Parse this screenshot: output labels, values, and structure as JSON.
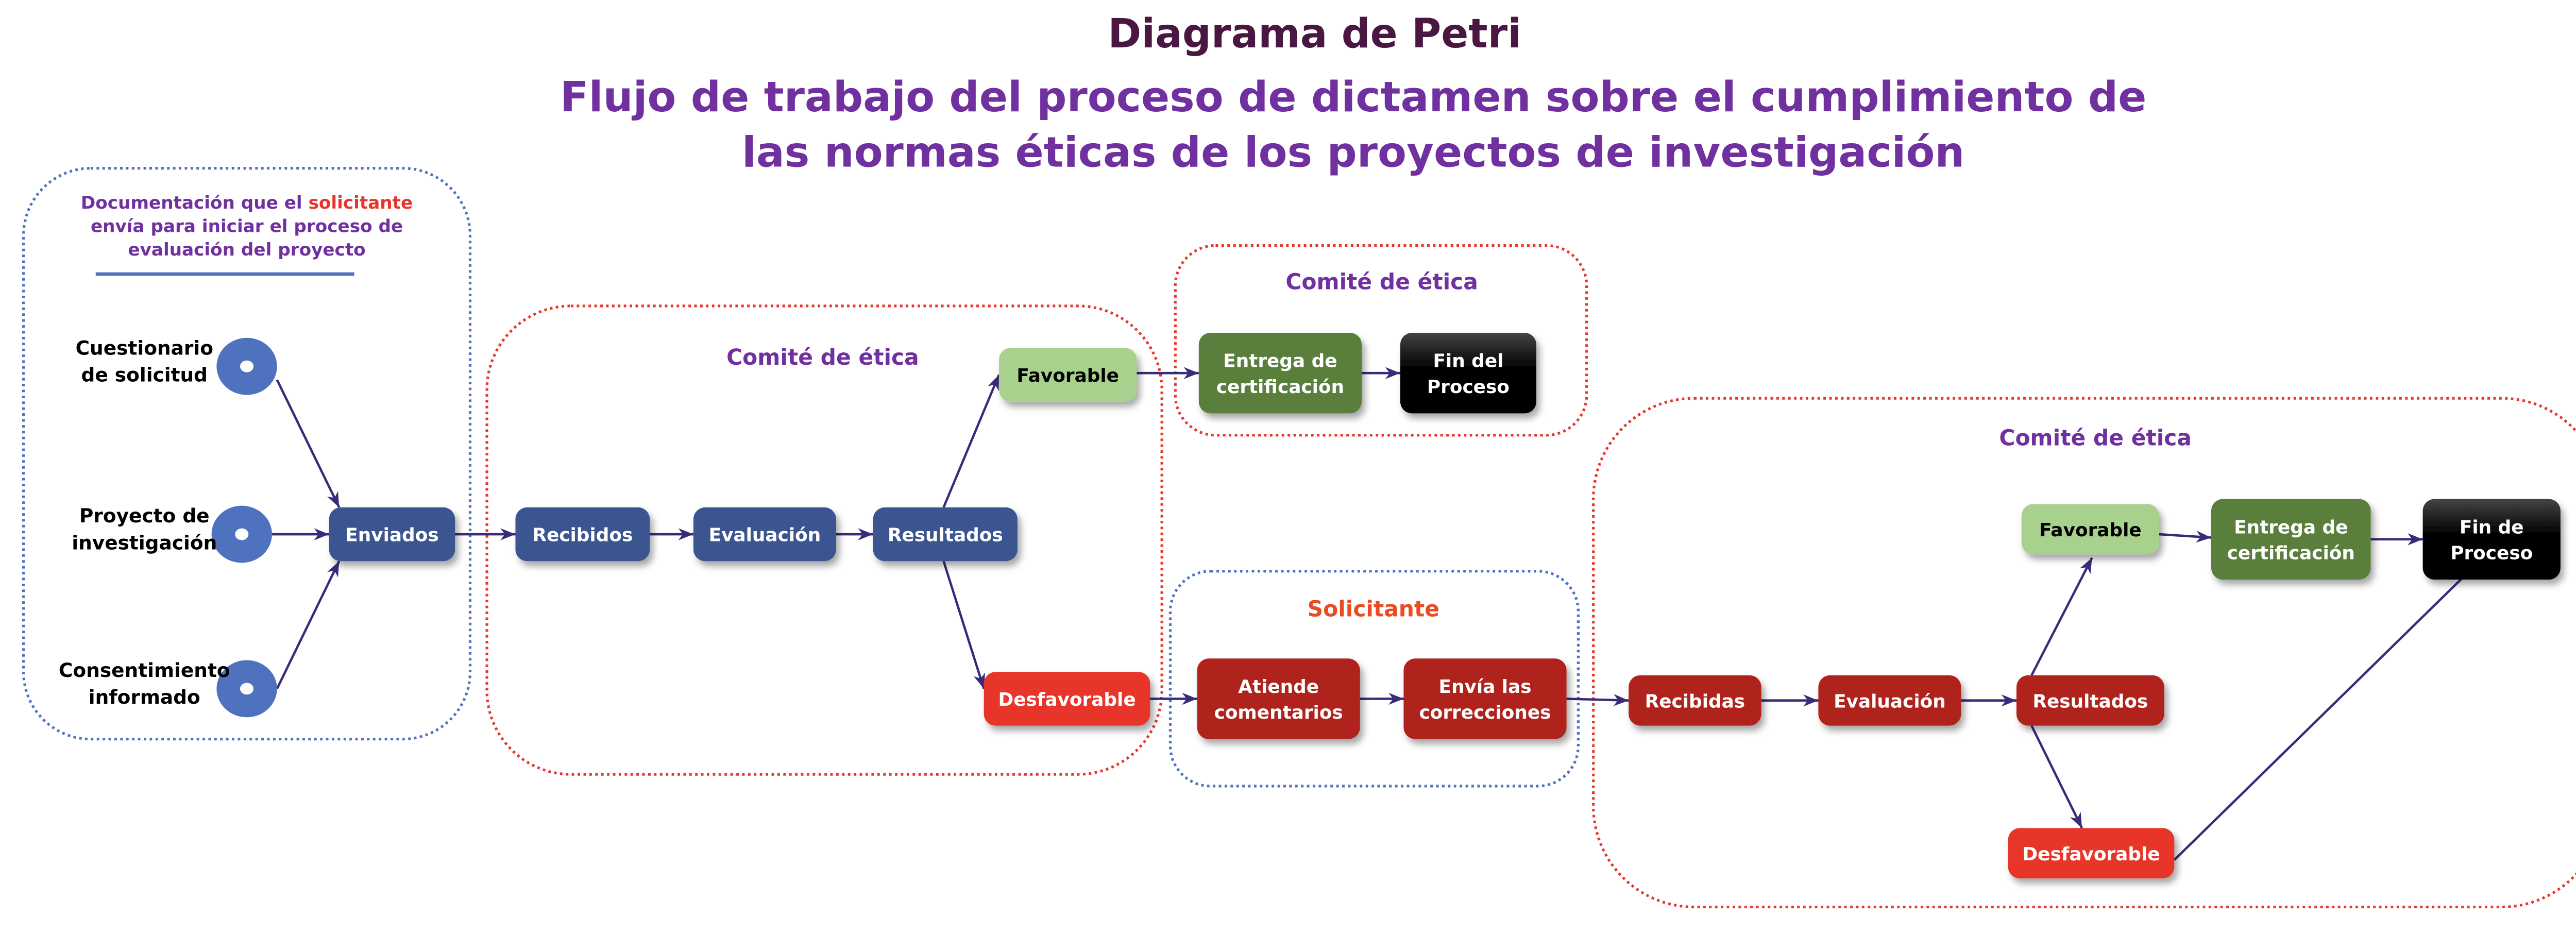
{
  "title": {
    "main": "Diagrama de Petri",
    "line1": "Flujo de trabajo del proceso de dictamen sobre el cumplimiento de",
    "line2": "las normas éticas de los proyectos de investigación"
  },
  "documentation": {
    "line1_prefix": "Documentación que el ",
    "line1_highlight": "solicitante",
    "line2": "envía para iniciar el proceso de",
    "line3": "evaluación del proyecto",
    "places": [
      {
        "line1": "Cuestionario",
        "line2": "de solicitud"
      },
      {
        "line1": "Proyecto de",
        "line2": "investigación"
      },
      {
        "line1": "Consentimiento",
        "line2": "informado"
      }
    ]
  },
  "groups": {
    "committee1": "Comité de ética",
    "committee2": "Comité de ética",
    "applicant": "Solicitante",
    "committee3": "Comité de ética"
  },
  "nodes": {
    "enviados": [
      "Enviados"
    ],
    "recibidos": [
      "Recibidos"
    ],
    "evaluacion1": [
      "Evaluación"
    ],
    "resultados1": [
      "Resultados"
    ],
    "favorable1": [
      "Favorable"
    ],
    "desfavorable1": [
      "Desfavorable"
    ],
    "entrega1": [
      "Entrega de",
      "certificación"
    ],
    "fin1": [
      "Fin del",
      "Proceso"
    ],
    "atiende": [
      "Atiende",
      "comentarios"
    ],
    "envia": [
      "Envía las",
      "correcciones"
    ],
    "recibidas": [
      "Recibidas"
    ],
    "evaluacion2": [
      "Evaluación"
    ],
    "resultados2": [
      "Resultados"
    ],
    "favorable2": [
      "Favorable"
    ],
    "desfavorable2": [
      "Desfavorable"
    ],
    "entrega2": [
      "Entrega de",
      "certificación"
    ],
    "fin2": [
      "Fin de",
      "Proceso"
    ]
  },
  "colors": {
    "title": "#4a1642",
    "subtitle": "#7030a0",
    "accent_red": "#e8352a",
    "applicant": "#e84c20",
    "blue_box": "#3a5590",
    "place": "#4f72be",
    "favorable": "#a9d18e",
    "green": "#5a7e3a",
    "dark_red": "#b0231a",
    "arrow": "#3a2a7a"
  }
}
